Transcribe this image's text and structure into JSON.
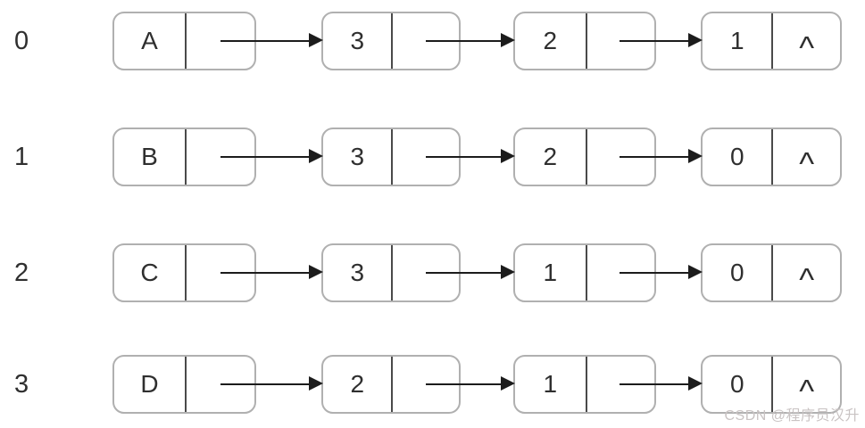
{
  "diagram": {
    "rows": [
      {
        "index": "0",
        "head": "A",
        "next": [
          "3",
          "2",
          "1"
        ],
        "terminator": "^"
      },
      {
        "index": "1",
        "head": "B",
        "next": [
          "3",
          "2",
          "0"
        ],
        "terminator": "^"
      },
      {
        "index": "2",
        "head": "C",
        "next": [
          "3",
          "1",
          "0"
        ],
        "terminator": "^"
      },
      {
        "index": "3",
        "head": "D",
        "next": [
          "2",
          "1",
          "0"
        ],
        "terminator": "^"
      }
    ]
  },
  "watermark": "CSDN @程序员汉升",
  "colors": {
    "border": "#b0b0b0",
    "divider": "#4a4a4a",
    "text": "#2f2f2f",
    "arrow": "#1c1c1c",
    "watermark": "#c9c3c3",
    "background": "#ffffff"
  }
}
